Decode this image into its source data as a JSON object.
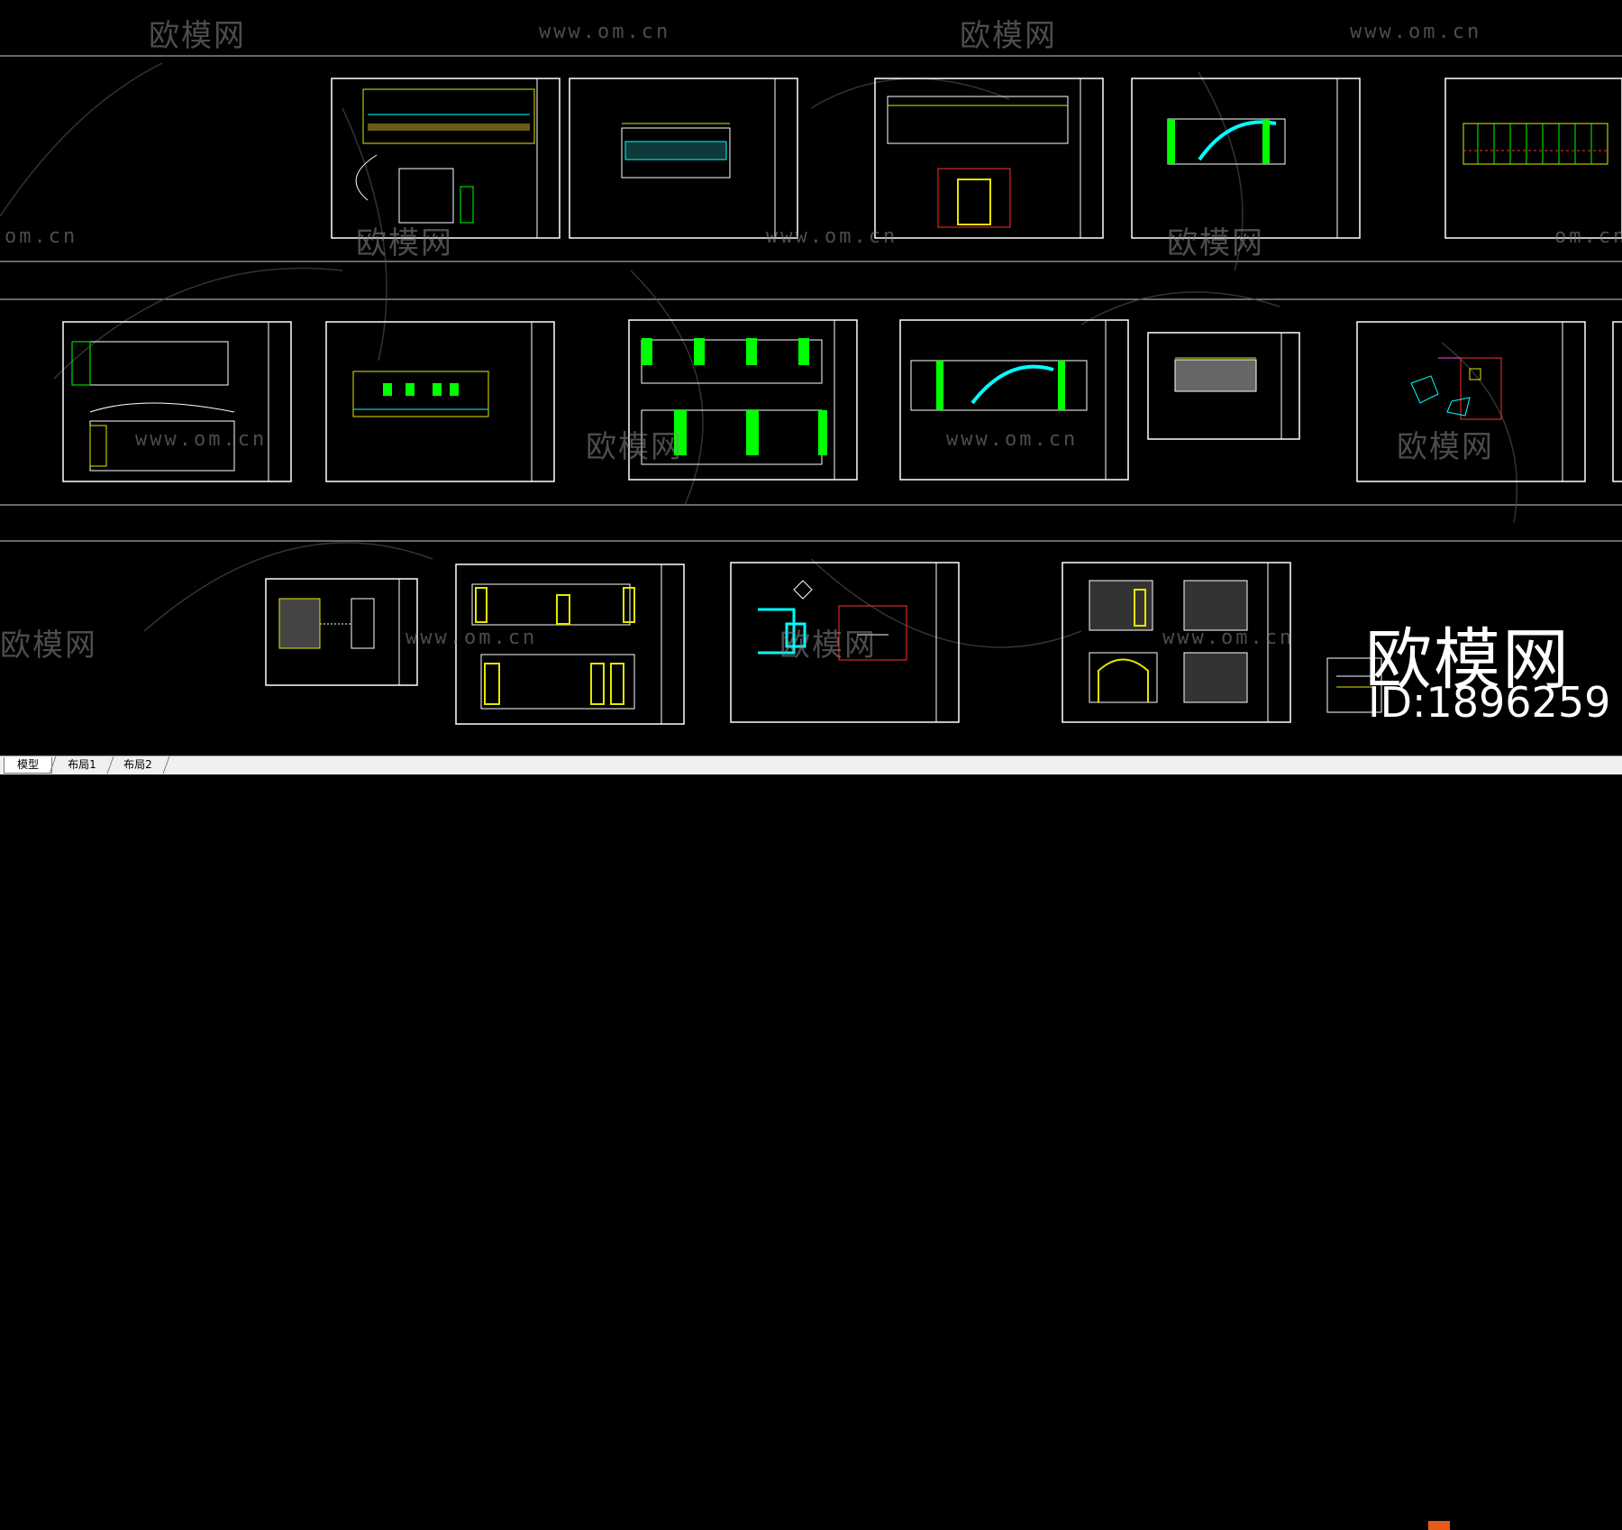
{
  "watermark": {
    "brand": "欧模网",
    "url": "www.om.cn",
    "url_partial": "om.cn"
  },
  "overlay": {
    "logo": "欧模网",
    "id": "ID:1896259"
  },
  "tabs": [
    {
      "label": "模型",
      "active": true
    },
    {
      "label": "布局1",
      "active": false
    },
    {
      "label": "布局2",
      "active": false
    }
  ],
  "colors": {
    "background": "#000000",
    "frame": "#ffffff",
    "yellow": "#e6e600",
    "green": "#00ff00",
    "cyan": "#00ffff",
    "red": "#ff3030",
    "magenta": "#ff40ff",
    "tabbar": "#f0f0f0"
  }
}
